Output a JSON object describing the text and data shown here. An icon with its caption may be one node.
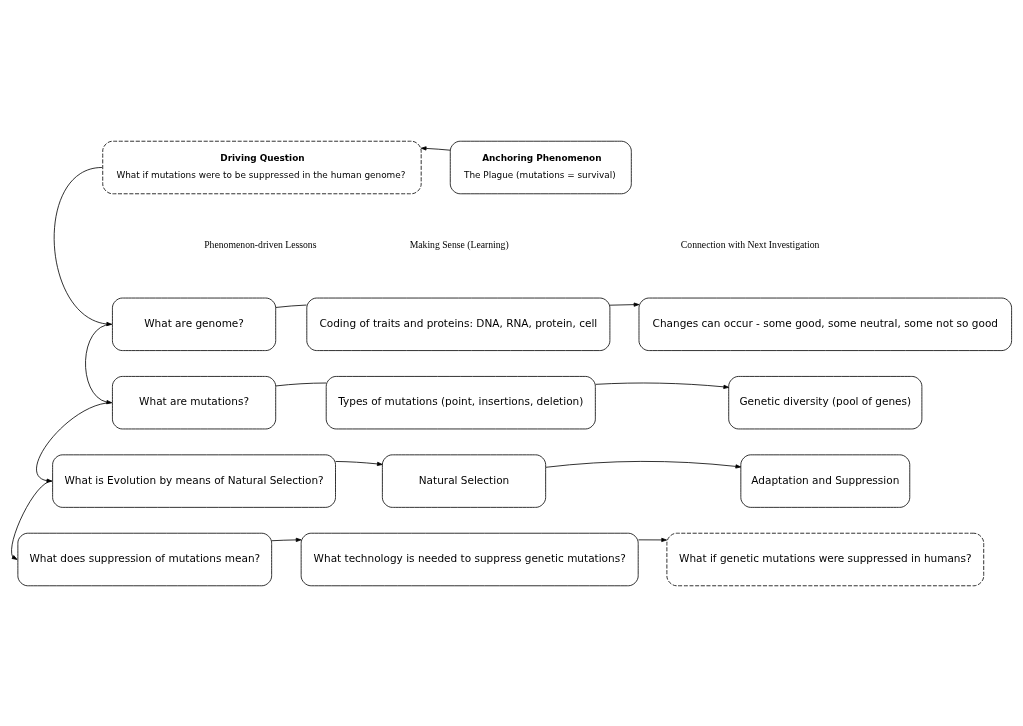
{
  "diagram": {
    "nodes": [
      {
        "text": [
          "Driving Question",
          "What if mutations were to be suppressed in the human genome?"
        ]
      },
      {
        "text": [
          "Anchoring Phenomenon",
          "The Plague (mutations = survival)"
        ]
      },
      {
        "text": [
          "What are genome?"
        ]
      },
      {
        "text": [
          "Coding of traits and proteins: DNA, RNA, protein, cell"
        ]
      },
      {
        "text": [
          "Changes can occur - some good, some neutral, some not so good"
        ]
      },
      {
        "text": [
          "What are mutations?"
        ]
      },
      {
        "text": [
          "Types of mutations (point, insertions, deletion)"
        ]
      },
      {
        "text": [
          "Genetic diversity (pool of genes)"
        ]
      },
      {
        "text": [
          "What is Evolution by means of Natural Selection?"
        ]
      },
      {
        "text": [
          "Natural Selection"
        ]
      },
      {
        "text": [
          "Adaptation and Suppression"
        ]
      },
      {
        "text": [
          "What does suppression of mutations mean?"
        ]
      },
      {
        "text": [
          "What technology is needed to suppress genetic mutations?"
        ]
      },
      {
        "text": [
          "What if genetic mutations were suppressed in humans?"
        ]
      }
    ],
    "edges": [
      {
        "from": 1,
        "to": 0,
        "arrow": "to"
      },
      {
        "from": 0,
        "to": 2,
        "arrow": "to"
      },
      {
        "from": 2,
        "to": 5,
        "arrow": "to"
      },
      {
        "from": 5,
        "to": 8,
        "arrow": "to"
      },
      {
        "from": 8,
        "to": 11,
        "arrow": "to"
      },
      {
        "from": 2,
        "to": 3,
        "arrow": "none"
      },
      {
        "from": 3,
        "to": 4,
        "arrow": "to"
      },
      {
        "from": 5,
        "to": 6,
        "arrow": "none"
      },
      {
        "from": 6,
        "to": 7,
        "arrow": "to"
      },
      {
        "from": 8,
        "to": 9,
        "arrow": "to"
      },
      {
        "from": 9,
        "to": 10,
        "arrow": "to"
      },
      {
        "from": 11,
        "to": 12,
        "arrow": "to"
      },
      {
        "from": 12,
        "to": 13,
        "arrow": "to"
      }
    ],
    "labels": [
      "Phenomenon-driven Lessons",
      "Making Sense (Learning)",
      "Connection with Next Investigation"
    ]
  }
}
